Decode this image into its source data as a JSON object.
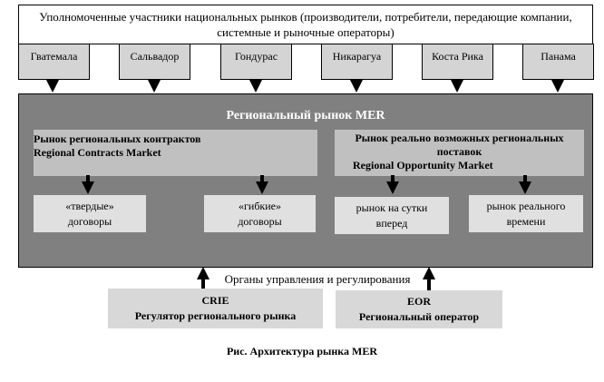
{
  "participants": "Уполномоченные участники национальных рынков (производители, потребители, передающие компании, системные и рыночные операторы)",
  "countries": [
    "Гватемала",
    "Сальвадор",
    "Гондурас",
    "Никарагуа",
    "Коста Рика",
    "Панама"
  ],
  "mer_title": "Региональный рынок MER",
  "contracts_market": {
    "ru": "Рынок региональных контрактов",
    "en": "Regional Contracts Market"
  },
  "opportunity_market": {
    "ru": "Рынок реально возможных региональных поставок",
    "en": "Regional Opportunity Market"
  },
  "sub": {
    "firm": "«твердые» договоры",
    "flexible": "«гибкие» договоры",
    "day_ahead": "рынок на сутки вперед",
    "real_time": "рынок реального времени"
  },
  "governance": "Органы управления и регулирования",
  "crie": {
    "name": "CRIE",
    "desc": "Регулятор регионального рынка"
  },
  "eor": {
    "name": "EOR",
    "desc": "Региональный оператор"
  },
  "caption": "Рис. Архитектура рынка MER"
}
